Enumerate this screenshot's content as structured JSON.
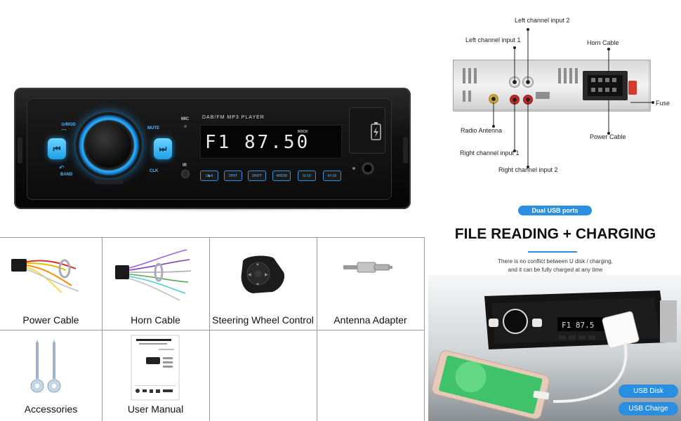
{
  "head_unit": {
    "mode_label": "⊙/MOD",
    "band_label": "BAND",
    "mute_label": "MUTE",
    "clk_label": "CLK",
    "mic_label": "MIC",
    "ir_label": "IR",
    "player_title": "DAB/FM MP3 PLAYER",
    "eq_label": "ROCK",
    "display_text": "F1 87.50",
    "presets": [
      "1/▶II",
      "2/INT",
      "3/RPT",
      "4/RDM",
      "5/-10",
      "6/+10"
    ]
  },
  "rear_panel": {
    "labels": {
      "left_input_2": "Left channel input 2",
      "left_input_1": "Left channel input 1",
      "horn_cable": "Horn Cable",
      "fuse": "Fuse",
      "radio_antenna": "Radio Antenna",
      "power_cable": "Power Cable",
      "right_input_1": "Right channel input 1",
      "right_input_2": "Right channel input 2"
    }
  },
  "accessories": [
    {
      "label": "Power Cable"
    },
    {
      "label": "Horn Cable"
    },
    {
      "label": "Steering Wheel Control"
    },
    {
      "label": "Antenna Adapter"
    },
    {
      "label": "Accessories"
    },
    {
      "label": "User Manual"
    }
  ],
  "usb_promo": {
    "badge": "Dual USB ports",
    "headline": "FILE READING + CHARGING",
    "line1": "There is no conflict between U disk / charging,",
    "line2": "and it can be fully charged at any time",
    "usb_disk": "USB Disk",
    "usb_charge": "USB Charge"
  },
  "colors": {
    "accent_blue": "#2a8fe0",
    "led_blue": "#2fb4ff",
    "rca_red": "#d63030",
    "rca_white": "#ffffff",
    "rca_yellow": "#d8b44a",
    "grid_line": "#9a9a9a"
  }
}
